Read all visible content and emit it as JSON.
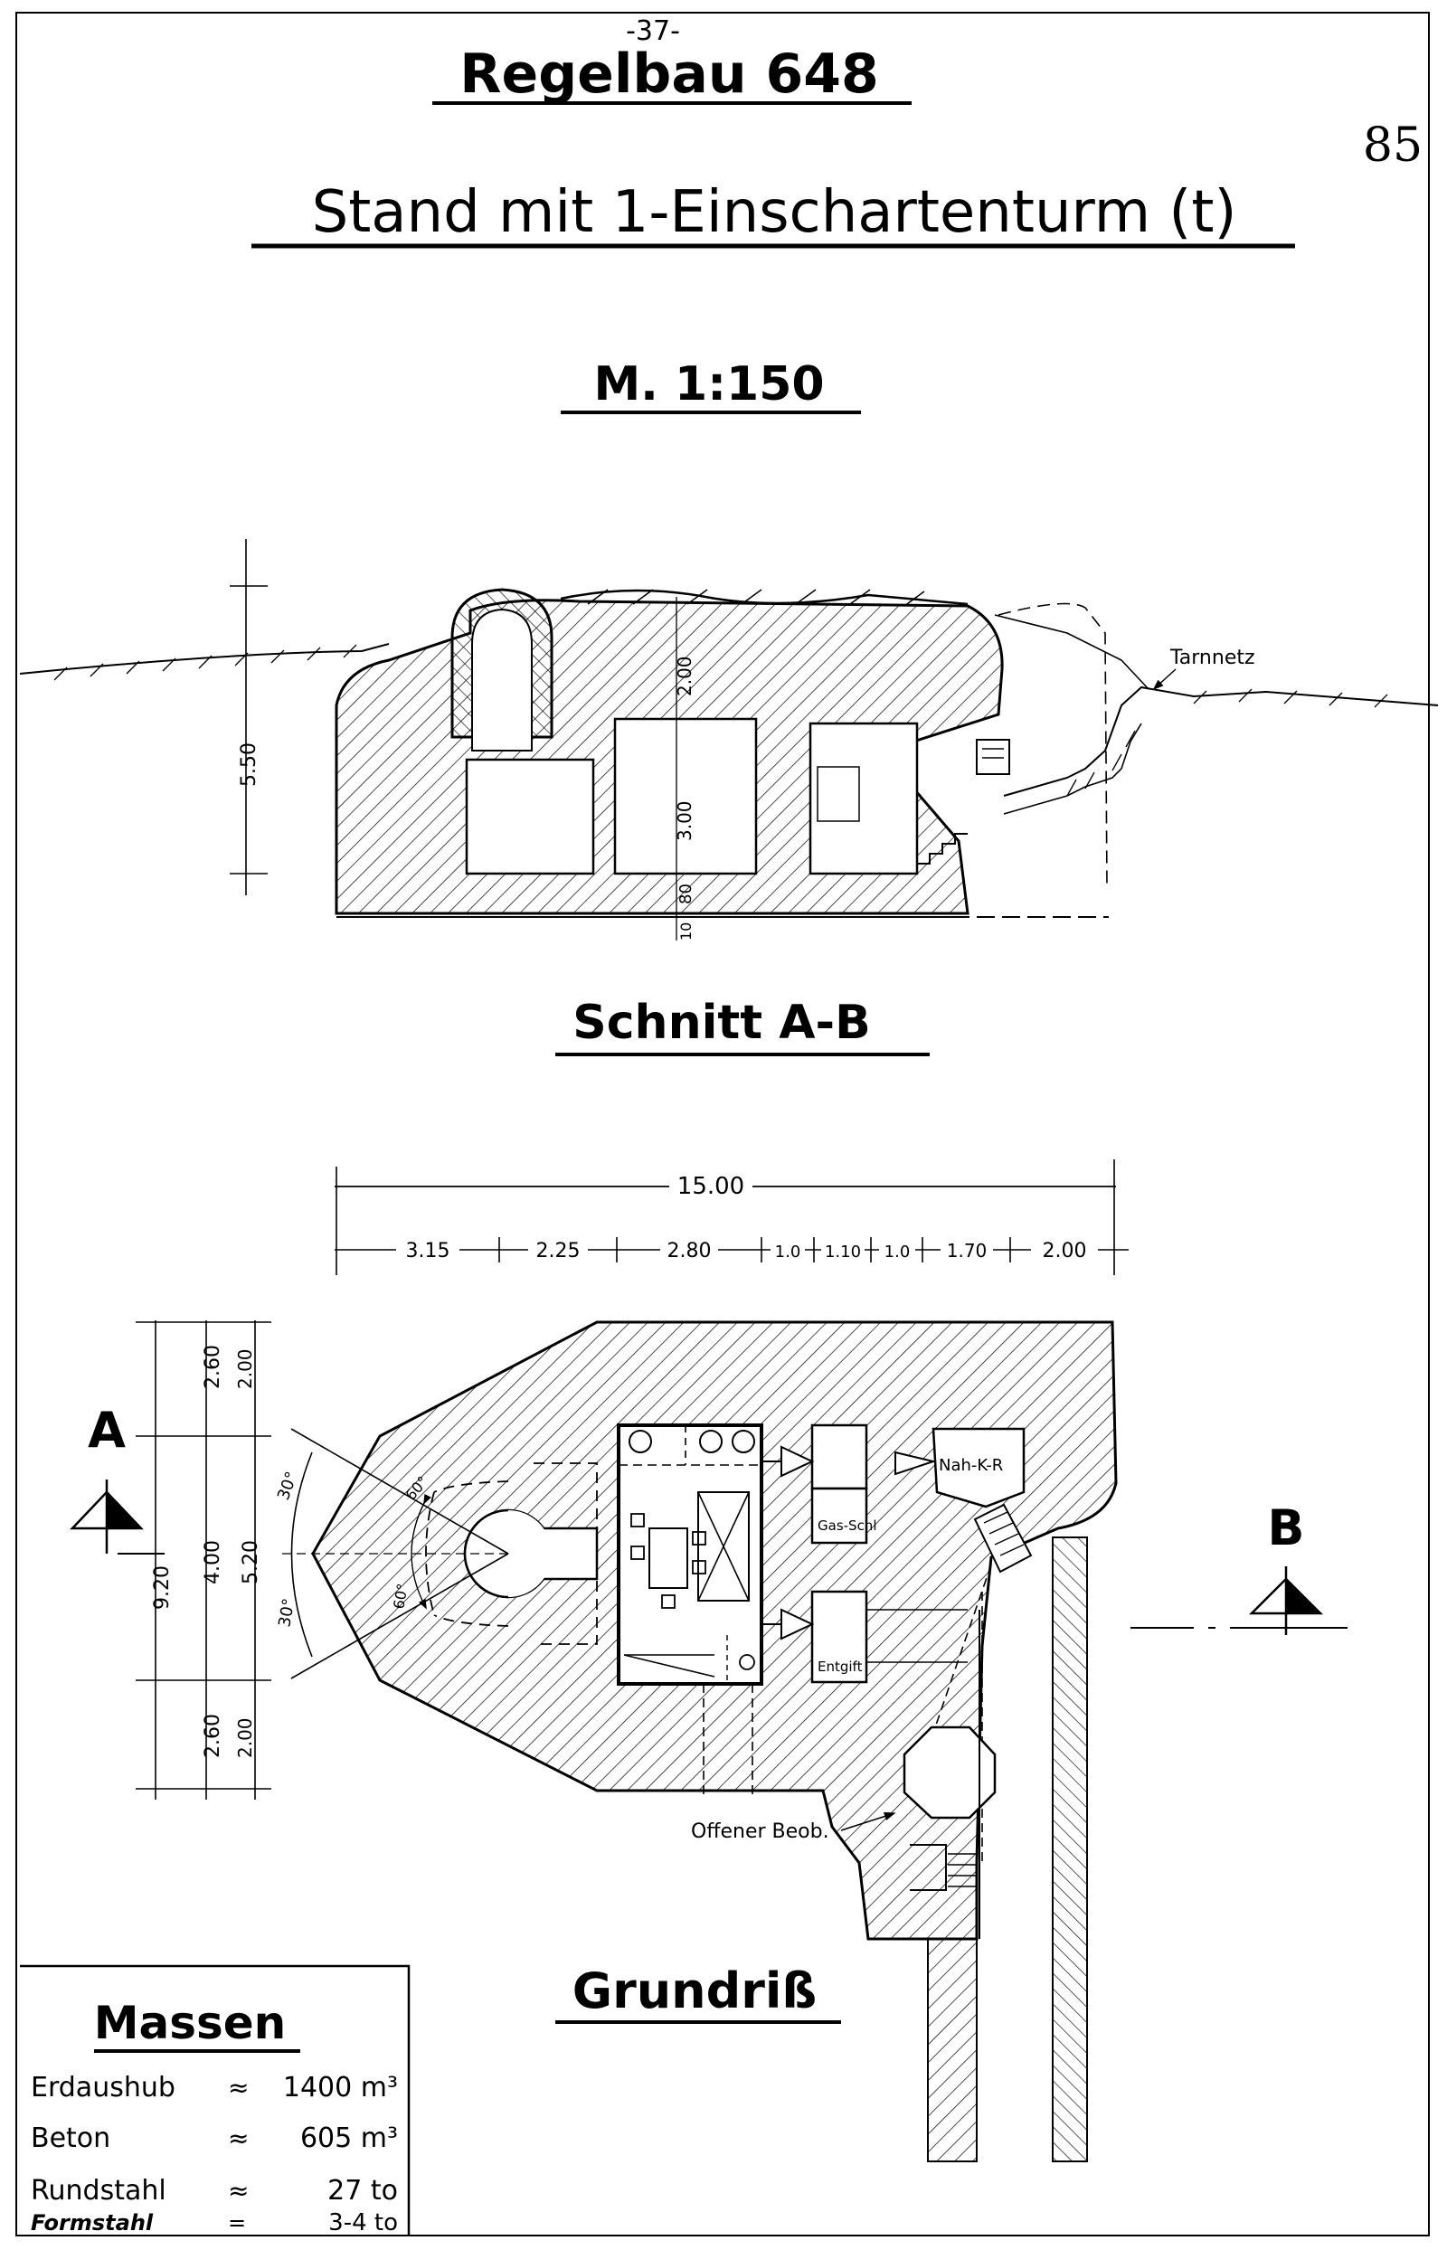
{
  "header": {
    "page_top": "-37-",
    "title": "Regelbau 648",
    "subtitle": "Stand mit 1-Einschartenturm (t)",
    "scale": "M. 1:150",
    "page_number": "85"
  },
  "section": {
    "title": "Schnitt A-B",
    "label_tarnnetz": "Tarnnetz",
    "dim_height_total": "5.50",
    "dim_top": "2.00",
    "dim_room": "3.00",
    "dim_floor": "80",
    "dim_base": "10"
  },
  "plan": {
    "title": "Grundriß",
    "dim_total": "15.00",
    "dims_segments": [
      "3.15",
      "2.25",
      "2.80",
      "1.0",
      "1.10",
      "1.0",
      "1.70",
      "2.00"
    ],
    "dims_left_outer": [
      "2.60",
      "4.00",
      "2.60"
    ],
    "dim_left_total": "9.20",
    "dims_left_inner": [
      "2.00",
      "5.20",
      "2.00"
    ],
    "angle_top": "30°",
    "angle_bottom": "30°",
    "angle_inner_top": "60°",
    "angle_inner_bottom": "60°",
    "marker_a": "A",
    "marker_b": "B",
    "room_nahkr": "Nah-K-R",
    "room_gasschl": "Gas-Schl",
    "room_entgift": "Entgift",
    "label_offener_beob": "Offener Beob."
  },
  "massen": {
    "title": "Massen",
    "rows": [
      {
        "item": "Erdaushub",
        "sym": "≈",
        "value": "1400 m³"
      },
      {
        "item": "Beton",
        "sym": "≈",
        "value": "605 m³"
      },
      {
        "item": "Rundstahl",
        "sym": "≈",
        "value": "27 to"
      },
      {
        "item": "Formstahl",
        "sym": "=",
        "value": "3-4 to"
      }
    ]
  }
}
